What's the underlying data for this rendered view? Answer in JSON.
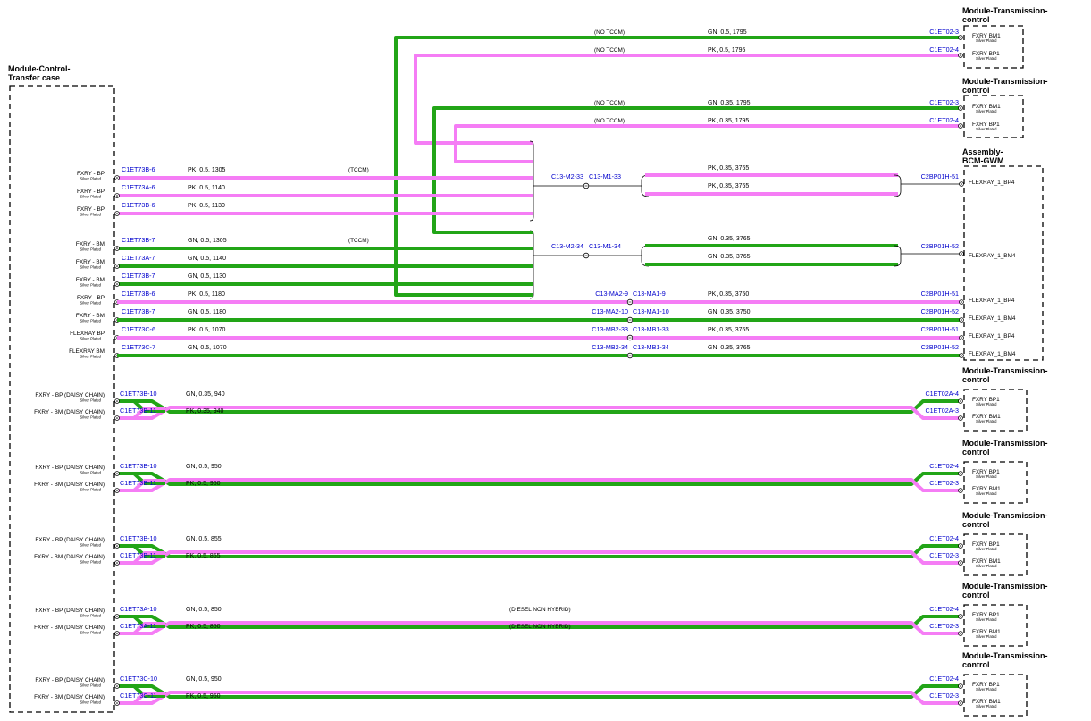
{
  "colors": {
    "GN": "#22a517",
    "PK": "#f57df5",
    "connector_text": "#0000cc"
  },
  "modules": {
    "transfer_case": "Module-Control-\nTransfer case",
    "bcm_gwm": "Assembly-\nBCM-GWM",
    "tcm": "Module-Transmission-\ncontrol"
  },
  "pin_sub": "Silver Plated",
  "notes": {
    "no_tccm": "(NO TCCM)",
    "tccm": "(TCCM)",
    "diesel": "(DIESEL NON HYBRID)"
  },
  "tcm_pins": {
    "bm1": "FXRY BM1",
    "bp1": "FXRY BP1"
  },
  "bcm_pins": {
    "bp4_label": "FLEXRAY_1_BP4",
    "bm4_label": "FLEXRAY_1_BM4",
    "lower": [
      "FLEXRAY_1_BP4",
      "FLEXRAY_1_BM4",
      "FLEXRAY_1_BP4",
      "FLEXRAY_1_BM4"
    ]
  },
  "top_wires": [
    {
      "connector": "C1ET02-3",
      "spec": "GN,  0.5,  1795"
    },
    {
      "connector": "C1ET02-4",
      "spec": "PK,  0.5,  1795"
    },
    {
      "connector": "C1ET02-3",
      "spec": "GN,  0.35,  1795"
    },
    {
      "connector": "C1ET02-4",
      "spec": "PK,  0.35,  1795"
    }
  ],
  "tc_wires": [
    {
      "pin": "FXRY - BP",
      "connector": "C1ET73B-6",
      "spec": "PK,  0.5,  1305"
    },
    {
      "pin": "FXRY - BP",
      "connector": "C1ET73A-6",
      "spec": "PK,  0.5,  1140"
    },
    {
      "pin": "FXRY - BP",
      "connector": "C1ET73B-6",
      "spec": "PK,  0.5,  1130"
    },
    {
      "pin": "FXRY - BM",
      "connector": "C1ET73B-7",
      "spec": "GN,  0.5,  1305"
    },
    {
      "pin": "FXRY - BM",
      "connector": "C1ET73A-7",
      "spec": "GN,  0.5,  1140"
    },
    {
      "pin": "FXRY - BM",
      "connector": "C1ET73B-7",
      "spec": "GN,  0.5,  1130"
    },
    {
      "pin": "FXRY - BP",
      "connector": "C1ET73B-6",
      "spec": "PK,  0.5,  1180"
    },
    {
      "pin": "FXRY - BM",
      "connector": "C1ET73B-7",
      "spec": "GN,  0.5,  1180"
    },
    {
      "pin": "FLEXRAY BP",
      "connector": "C1ET73C-6",
      "spec": "PK,  0.5,  1070"
    },
    {
      "pin": "FLEXRAY BM",
      "connector": "C1ET73C-7",
      "spec": "GN,  0.5,  1070"
    }
  ],
  "bp_splice": {
    "left": "C13-M2-33",
    "right": "C13-M1-33",
    "spec1": "PK,  0.35,  3765",
    "spec2": "PK,  0.35,  3765",
    "bcm": "C2BP01H-51"
  },
  "bm_splice": {
    "left": "C13-M2-34",
    "right": "C13-M1-34",
    "spec1": "GN,  0.35,  3765",
    "spec2": "GN,  0.35,  3765",
    "bcm": "C2BP01H-52"
  },
  "inline_wires": [
    {
      "left": "C13-MA2-9",
      "right": "C13-MA1-9",
      "spec": "PK,  0.35,  3750",
      "bcm": "C2BP01H-51"
    },
    {
      "left": "C13-MA2-10",
      "right": "C13-MA1-10",
      "spec": "GN,  0.35,  3750",
      "bcm": "C2BP01H-52"
    },
    {
      "left": "C13-MB2-33",
      "right": "C13-MB1-33",
      "spec": "PK,  0.35,  3765",
      "bcm": "C2BP01H-51"
    },
    {
      "left": "C13-MB2-34",
      "right": "C13-MB1-34",
      "spec": "GN,  0.35,  3765",
      "bcm": "C2BP01H-52"
    }
  ],
  "daisy_groups": [
    {
      "tc_top": {
        "pin": "FXRY - BP (DAISY CHAIN)",
        "connector": "C1ET73B-10"
      },
      "tc_bottom": {
        "pin": "FXRY - BM (DAISY CHAIN)",
        "connector": "C1ET73B-11"
      },
      "spec_top": "GN,  0.35,  940",
      "spec_bottom": "PK,  0.35,  940",
      "tcm_top": {
        "connector": "C1ET02A-4",
        "pin": "FXRY BP1"
      },
      "tcm_bottom": {
        "connector": "C1ET02A-3",
        "pin": "FXRY BM1"
      },
      "note": ""
    },
    {
      "tc_top": {
        "pin": "FXRY - BP (DAISY CHAIN)",
        "connector": "C1ET73B-10"
      },
      "tc_bottom": {
        "pin": "FXRY - BM (DAISY CHAIN)",
        "connector": "C1ET73B-11"
      },
      "spec_top": "GN,  0.5,  950",
      "spec_bottom": "PK,  0.5,  950",
      "tcm_top": {
        "connector": "C1ET02-4",
        "pin": "FXRY BP1"
      },
      "tcm_bottom": {
        "connector": "C1ET02-3",
        "pin": "FXRY BM1"
      },
      "note": ""
    },
    {
      "tc_top": {
        "pin": "FXRY - BP (DAISY CHAIN)",
        "connector": "C1ET73B-10"
      },
      "tc_bottom": {
        "pin": "FXRY - BM (DAISY CHAIN)",
        "connector": "C1ET73B-11"
      },
      "spec_top": "GN,  0.5,  855",
      "spec_bottom": "PK,  0.5,  855",
      "tcm_top": {
        "connector": "C1ET02-4",
        "pin": "FXRY BP1"
      },
      "tcm_bottom": {
        "connector": "C1ET02-3",
        "pin": "FXRY BM1"
      },
      "note": ""
    },
    {
      "tc_top": {
        "pin": "FXRY - BP (DAISY CHAIN)",
        "connector": "C1ET73A-10"
      },
      "tc_bottom": {
        "pin": "FXRY - BM (DAISY CHAIN)",
        "connector": "C1ET73A-11"
      },
      "spec_top": "GN,  0.5,  850",
      "spec_bottom": "PK,  0.5,  850",
      "tcm_top": {
        "connector": "C1ET02-4",
        "pin": "FXRY BP1"
      },
      "tcm_bottom": {
        "connector": "C1ET02-3",
        "pin": "FXRY BM1"
      },
      "note": "(DIESEL NON HYBRID)"
    },
    {
      "tc_top": {
        "pin": "FXRY - BP (DAISY CHAIN)",
        "connector": "C1ET73C-10"
      },
      "tc_bottom": {
        "pin": "FXRY - BM (DAISY CHAIN)",
        "connector": "C1ET73C-11"
      },
      "spec_top": "GN,  0.5,  950",
      "spec_bottom": "PK,  0.5,  950",
      "tcm_top": {
        "connector": "C1ET02-4",
        "pin": "FXRY BP1"
      },
      "tcm_bottom": {
        "connector": "C1ET02-3",
        "pin": "FXRY BM1"
      },
      "note": ""
    }
  ]
}
